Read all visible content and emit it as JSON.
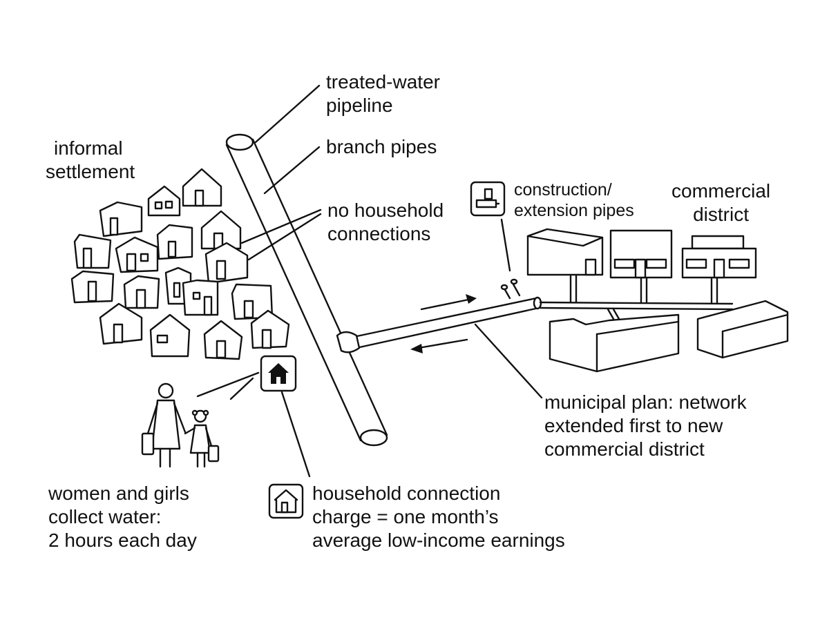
{
  "labels": {
    "pipeline": [
      "treated-water",
      "pipeline"
    ],
    "branch_pipes": "branch pipes",
    "settlement": [
      "informal",
      "settlement"
    ],
    "no_connections": [
      "no household",
      "connections"
    ],
    "construction": [
      "construction/",
      "extension pipes"
    ],
    "commercial": [
      "commercial",
      "district"
    ],
    "municipal_plan": [
      "municipal plan: network",
      "extended first to new",
      "commercial district"
    ],
    "women_girls": [
      "women and girls",
      "collect water:",
      "2 hours each day"
    ],
    "connection_charge": [
      "household connection",
      "charge = one month’s",
      "average low-income earnings"
    ]
  },
  "icons": [
    "house-icon",
    "pipe-fitting-icon",
    "house-tap-icon"
  ],
  "colors": {
    "ink": "#111111",
    "background": "#ffffff"
  }
}
